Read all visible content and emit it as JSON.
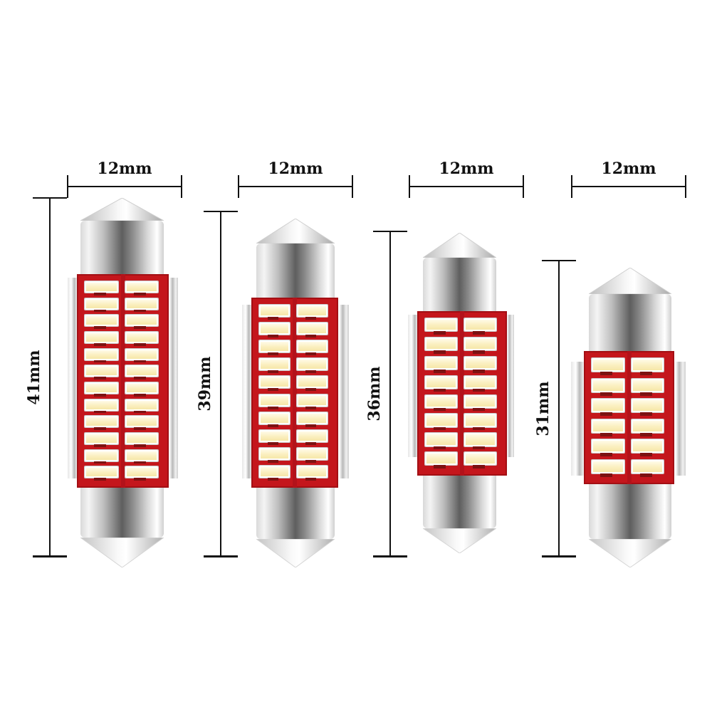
{
  "title": "LED festoon bulb size comparison",
  "colors": {
    "background": "#ffffff",
    "pcb_red": "#c4161c",
    "led_yellow": "#fbf0c2",
    "dimension_line": "#111111"
  },
  "bulbs": [
    {
      "id": "41mm",
      "width_label": "12mm",
      "length_label": "41mm",
      "led_rows": 12,
      "led_columns": 2,
      "led_count": 24,
      "geom": {
        "barL": 95,
        "barR": 255,
        "barY": 262,
        "vx": 70,
        "vTop": 278,
        "vBot": 781,
        "tipTop": 278,
        "capL": 113,
        "capR": 230,
        "capTop": 310,
        "pcbTop": 385,
        "pcbBot": 685,
        "pcbL": 108,
        "pcbR": 237,
        "finL": 95,
        "finR": 250,
        "finTop": 390,
        "finBot": 672,
        "botCapBot": 755,
        "botTip": 797
      }
    },
    {
      "id": "39mm",
      "width_label": "12mm",
      "length_label": "39mm",
      "led_rows": 10,
      "led_columns": 2,
      "led_count": 20,
      "geom": {
        "barL": 335,
        "barR": 495,
        "barY": 262,
        "vx": 310,
        "vTop": 297,
        "vBot": 781,
        "tipTop": 307,
        "capL": 360,
        "capR": 470,
        "capTop": 342,
        "pcbTop": 418,
        "pcbBot": 685,
        "pcbL": 353,
        "pcbR": 475,
        "finL": 340,
        "finR": 490,
        "finTop": 428,
        "finBot": 672,
        "botCapBot": 757,
        "botTip": 797
      }
    },
    {
      "id": "36mm",
      "width_label": "12mm",
      "length_label": "36mm",
      "led_rows": 8,
      "led_columns": 2,
      "led_count": 16,
      "geom": {
        "barL": 575,
        "barR": 735,
        "barY": 262,
        "vx": 548,
        "vTop": 325,
        "vBot": 781,
        "tipTop": 327,
        "capL": 594,
        "capR": 697,
        "capTop": 362,
        "pcbTop": 437,
        "pcbBot": 668,
        "pcbL": 586,
        "pcbR": 712,
        "finL": 573,
        "finR": 722,
        "finTop": 442,
        "finBot": 642,
        "botCapBot": 742,
        "botTip": 777
      }
    },
    {
      "id": "31mm",
      "width_label": "12mm",
      "length_label": "31mm",
      "led_rows": 6,
      "led_columns": 2,
      "led_count": 12,
      "geom": {
        "barL": 803,
        "barR": 963,
        "barY": 262,
        "vx": 785,
        "vTop": 366,
        "vBot": 781,
        "tipTop": 376,
        "capL": 827,
        "capR": 943,
        "capTop": 413,
        "pcbTop": 493,
        "pcbBot": 680,
        "pcbL": 820,
        "pcbR": 947,
        "finL": 802,
        "finR": 963,
        "finTop": 508,
        "finBot": 668,
        "botCapBot": 757,
        "botTip": 797
      }
    }
  ]
}
